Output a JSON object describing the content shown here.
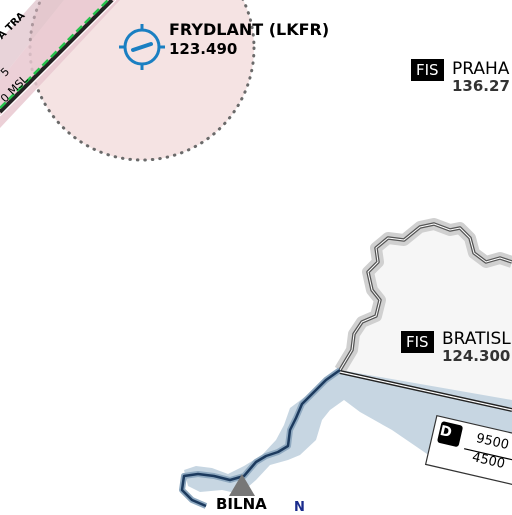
{
  "airfield": {
    "name": "FRYDLANT (LKFR)",
    "frequency": "123.490"
  },
  "fis_praha": {
    "badge": "FIS",
    "name": "PRAHA",
    "frequency": "136.27"
  },
  "fis_bratislava": {
    "badge": "FIS",
    "name": "BRATISL",
    "frequency": "124.300"
  },
  "airspace_d": {
    "class_letter": "D",
    "upper_limit": "9500",
    "lower_limit": "4500"
  },
  "tra": {
    "label": "A TRA",
    "altitude_label": "0 MSL",
    "partial_number": "5"
  },
  "peak": {
    "name": "BILNA"
  },
  "partial_label": "N",
  "colors": {
    "airfield_zone": "#f5e3e3",
    "airfield_symbol": "#1a7fc2",
    "slovakia_fill": "#f6f6f6",
    "border_halo": "#cfcfcf",
    "valley_fill": "#c7d6e2",
    "river": "#1c3a5e",
    "tra_band": "#e9c8d0",
    "tra_green": "#27c24c",
    "peak_triangle": "#777777",
    "partial_label": "#1a2b8c"
  }
}
